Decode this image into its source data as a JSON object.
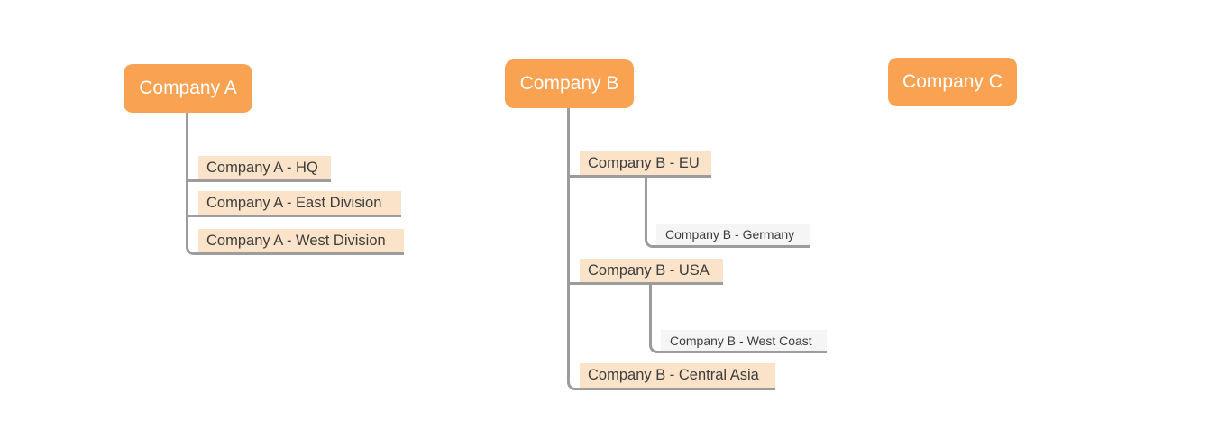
{
  "diagram": {
    "colors": {
      "canvas_bg": "#ffffff",
      "root_fill": "#f8a252",
      "root_text": "#ffffff",
      "child_fill": "#fae3c8",
      "grandchild_fill": "#f5f5f5",
      "node_text": "#3d3d3d",
      "connector": "#9c9c9c"
    },
    "trees": [
      {
        "root": {
          "label": "Company A"
        },
        "children": [
          {
            "label": "Company A - HQ",
            "children": []
          },
          {
            "label": "Company A - East Division",
            "children": []
          },
          {
            "label": "Company A - West Division",
            "children": []
          }
        ]
      },
      {
        "root": {
          "label": "Company B"
        },
        "children": [
          {
            "label": "Company B - EU",
            "children": [
              {
                "label": "Company B - Germany"
              }
            ]
          },
          {
            "label": "Company B - USA",
            "children": [
              {
                "label": "Company B - West Coast"
              }
            ]
          },
          {
            "label": "Company B - Central Asia",
            "children": []
          }
        ]
      },
      {
        "root": {
          "label": "Company C"
        },
        "children": []
      }
    ]
  }
}
